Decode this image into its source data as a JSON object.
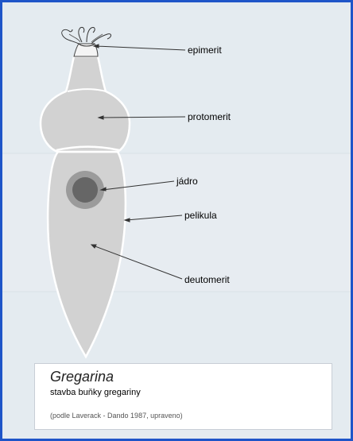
{
  "diagram": {
    "labels": {
      "epimerit": "epimerit",
      "protomerit": "protomerit",
      "nucleus": "jádro",
      "pellicle": "pelikula",
      "deutomerit": "deutomerit"
    }
  },
  "caption": {
    "title": "Gregarina",
    "subtitle": "stavba buňky gregariny",
    "source": "(podle Laverack - Dando 1987, upraveno)"
  }
}
